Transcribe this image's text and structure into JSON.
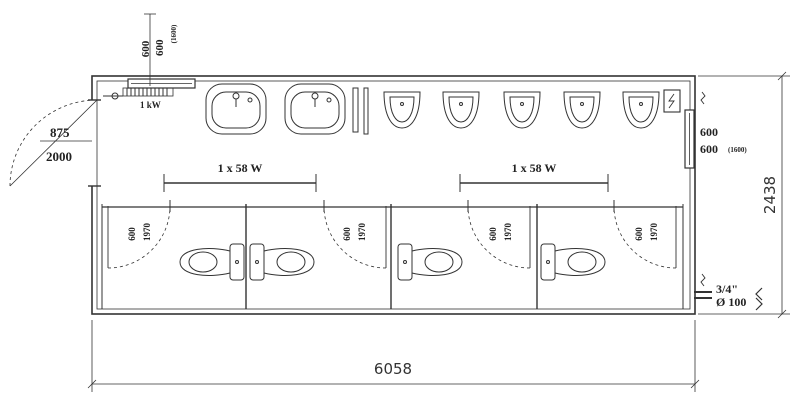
{
  "dimensions": {
    "total_length": "6058",
    "total_width": "2438",
    "door_width": "875",
    "door_height": "2000",
    "window_top_width": "600",
    "window_top_height": "600",
    "window_top_height_alt": "(1600)",
    "window_right_width": "600",
    "window_right_height": "600",
    "window_right_height_alt": "(1600)",
    "cubicle_door_width": "600",
    "cubicle_door_height": "1970"
  },
  "heater": {
    "label": "1 kW"
  },
  "lights": [
    {
      "label": "1 x 58 W"
    },
    {
      "label": "1 x 58 W"
    }
  ],
  "connections": {
    "water": "3/4\"",
    "drain": "Ø 100"
  },
  "fixtures": {
    "washbasins": 2,
    "urinals": 5,
    "wc_cubicles": 4
  }
}
